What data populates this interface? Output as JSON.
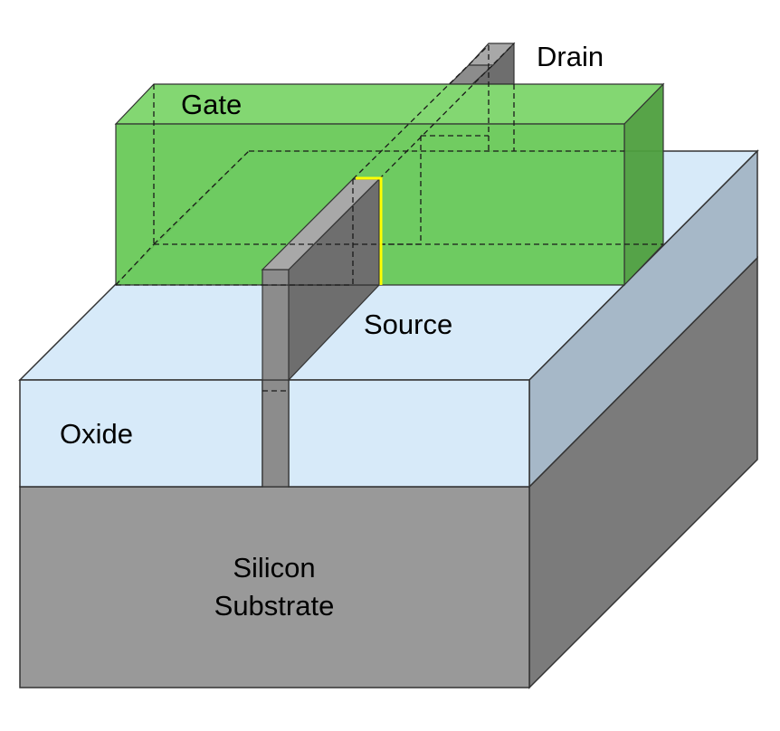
{
  "labels": {
    "drain": "Drain",
    "gate": "Gate",
    "source": "Source",
    "oxide": "Oxide",
    "substrate_line1": "Silicon",
    "substrate_line2": "Substrate"
  },
  "colors": {
    "substrate_front": "#999999",
    "substrate_side": "#7b7b7b",
    "oxide_top": "#d7eaf9",
    "oxide_front": "#d7eaf9",
    "oxide_side": "#a6b8c8",
    "gate_front": "#66c855",
    "gate_top": "#7fd66d",
    "gate_side": "#4e9f3e",
    "fin_front": "#8c8c8c",
    "fin_top": "#a8a8a8",
    "fin_side": "#6e6e6e",
    "channel_highlight": "#ffff00"
  }
}
